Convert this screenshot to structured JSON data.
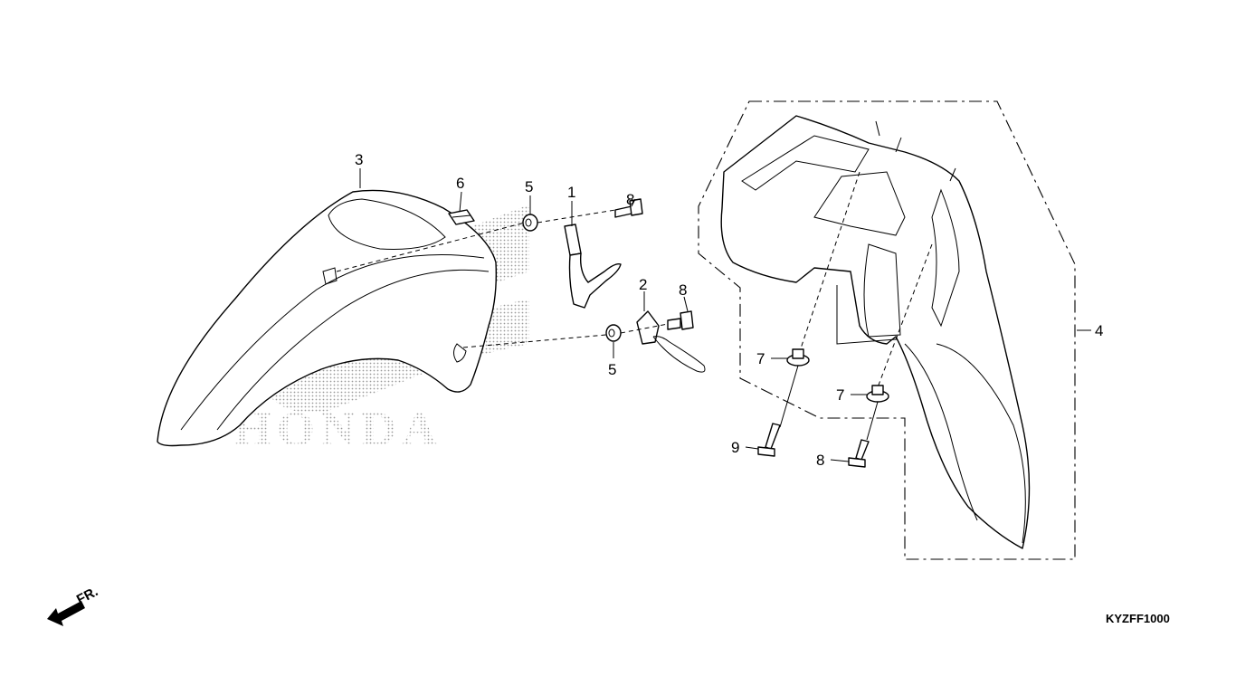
{
  "diagram": {
    "callouts": {
      "c1": "1",
      "c2": "2",
      "c3": "3",
      "c4": "4",
      "c5a": "5",
      "c5b": "5",
      "c6": "6",
      "c7a": "7",
      "c7b": "7",
      "c8a": "8",
      "c8b": "8",
      "c8c": "8",
      "c9": "9"
    },
    "direction_label": "FR.",
    "watermark_text": "HONDA",
    "diagram_code": "KYZFF1000"
  },
  "colors": {
    "line": "#000000",
    "background": "#ffffff",
    "watermark_dots": "#9a9a9a"
  }
}
